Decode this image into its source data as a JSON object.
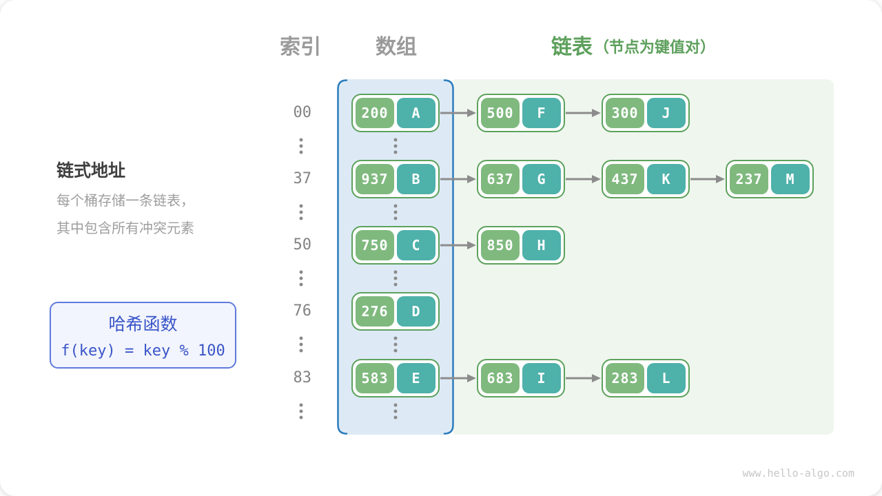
{
  "headers": {
    "index": "索引",
    "array": "数组",
    "list_title": "链表",
    "list_note": "（节点为键值对）"
  },
  "sidebar": {
    "title": "链式地址",
    "desc_line1": "每个桶存储一条链表，",
    "desc_line2": "其中包含所有冲突元素"
  },
  "hash_box": {
    "title": "哈希函数",
    "formula": "f(key) = key % 100"
  },
  "watermark": "www.hello-algo.com",
  "colors": {
    "header_gray": "#9a9a9a",
    "header_green": "#5da05c",
    "desc_gray": "#9e9e9e",
    "hash_border": "#5f79dc",
    "hash_bg": "#f2f5fd",
    "hash_text": "#3a55c8",
    "array_bg": "#ddeaf6",
    "array_border": "#2a7cbc",
    "list_bg": "#eff6ee",
    "node_border": "#5ca15c",
    "key_bg": "#7fb97e",
    "value_bg": "#4eb1aa",
    "arrow_gray": "#8c8c8c",
    "index_gray": "#828282",
    "dot_gray": "#8a8a8a",
    "watermark_gray": "#c6c6c6"
  },
  "diagram": {
    "bucket_rows": [
      {
        "index": "00",
        "nodes": [
          {
            "key": "200",
            "value": "A"
          },
          {
            "key": "500",
            "value": "F"
          },
          {
            "key": "300",
            "value": "J"
          }
        ]
      },
      {
        "index": "37",
        "nodes": [
          {
            "key": "937",
            "value": "B"
          },
          {
            "key": "637",
            "value": "G"
          },
          {
            "key": "437",
            "value": "K"
          },
          {
            "key": "237",
            "value": "M"
          }
        ]
      },
      {
        "index": "50",
        "nodes": [
          {
            "key": "750",
            "value": "C"
          },
          {
            "key": "850",
            "value": "H"
          }
        ]
      },
      {
        "index": "76",
        "nodes": [
          {
            "key": "276",
            "value": "D"
          }
        ]
      },
      {
        "index": "83",
        "nodes": [
          {
            "key": "583",
            "value": "E"
          },
          {
            "key": "683",
            "value": "I"
          },
          {
            "key": "283",
            "value": "L"
          }
        ]
      }
    ]
  }
}
